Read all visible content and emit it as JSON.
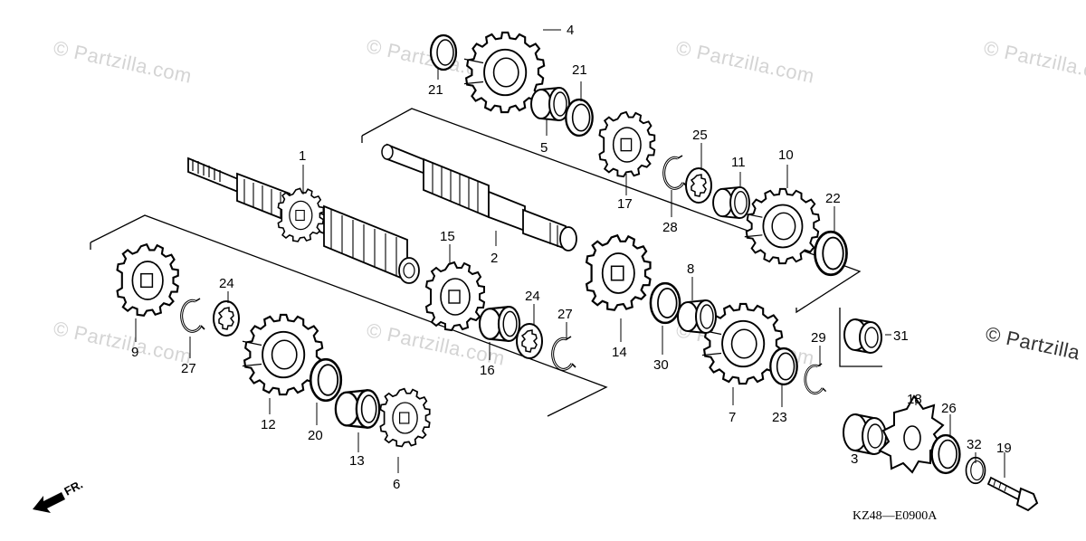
{
  "watermarks": [
    "© Partzilla.com",
    "© Partzilla.com",
    "© Partzilla.com",
    "© Partzilla.com",
    "© Partzilla.com",
    "© Partzilla.com",
    "© Partzilla.com"
  ],
  "watermark_edge": "© Partzilla",
  "diagram_code": "KZ48—E0900A",
  "direction_label": "FR.",
  "callouts": [
    "1",
    "2",
    "3",
    "4",
    "5",
    "6",
    "7",
    "8",
    "9",
    "10",
    "11",
    "12",
    "13",
    "14",
    "15",
    "16",
    "17",
    "18",
    "19",
    "20",
    "21",
    "21",
    "22",
    "23",
    "24",
    "24",
    "25",
    "26",
    "27",
    "27",
    "28",
    "29",
    "30",
    "31",
    "32"
  ]
}
